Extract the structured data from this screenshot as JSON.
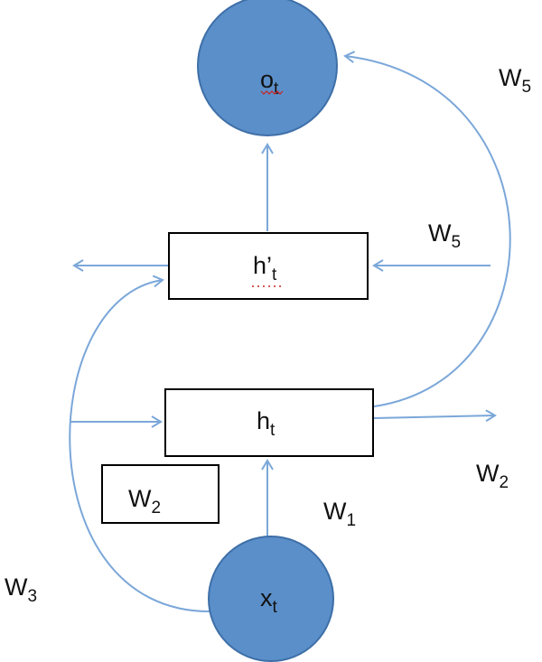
{
  "nodes": {
    "output": {
      "main": "o",
      "sub": "t"
    },
    "hidden_backward": {
      "main": "h’",
      "sub": "t"
    },
    "hidden_forward": {
      "main": "h",
      "sub": "t"
    },
    "input": {
      "main": "x",
      "sub": "t"
    },
    "w2_box": {
      "main": "W",
      "sub": "2"
    }
  },
  "weights": {
    "w5_top": {
      "main": "W",
      "sub": "5"
    },
    "w5_mid": {
      "main": "W",
      "sub": "5"
    },
    "w2_right": {
      "main": "W",
      "sub": "2"
    },
    "w1": {
      "main": "W",
      "sub": "1"
    },
    "w3": {
      "main": "W",
      "sub": "3"
    }
  },
  "colors": {
    "node_fill": "#5B8FC9",
    "node_stroke": "#3E6FA8",
    "arrow": "#7BA7D9",
    "box_stroke": "#000000",
    "squiggle": "#CC2222"
  }
}
